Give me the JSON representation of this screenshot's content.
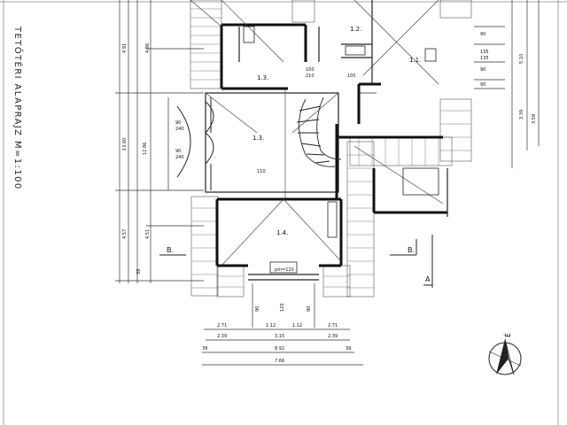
{
  "title": "TETŐTÉRI ALAPRAJZ M=1:100",
  "rooms": {
    "r11": "1.1.",
    "r12": "1.2.",
    "r13": "1.3.",
    "r13b": "1.3.",
    "r14": "1.4."
  },
  "door_labels": {
    "d100a": "100",
    "d210": "210",
    "d100b": "100",
    "d110": "110",
    "d90": "90",
    "d240": "240",
    "d90b": "90",
    "d240b": "240",
    "pm120": "pm=120"
  },
  "section_marks": {
    "b_left": "B.",
    "b_right": "B.",
    "a": "A"
  },
  "left_dims": [
    "4.91",
    "4.86",
    "13.60",
    "12.86",
    "4.57",
    "4.51",
    "39"
  ],
  "right_dims": [
    "90",
    "135",
    "90",
    "135",
    "90",
    "5.10",
    "3.39",
    "3.58"
  ],
  "bottom_dims": {
    "row1": [
      "2.71",
      "1.12",
      "1.12",
      "2.71"
    ],
    "row2": [
      "2.39",
      "3.15",
      "2.39"
    ],
    "row3": [
      "39",
      "8.92",
      "39"
    ],
    "row4": [
      "7.66"
    ]
  },
  "bottom_small": [
    "90",
    "120",
    "90"
  ],
  "north_label": "É"
}
